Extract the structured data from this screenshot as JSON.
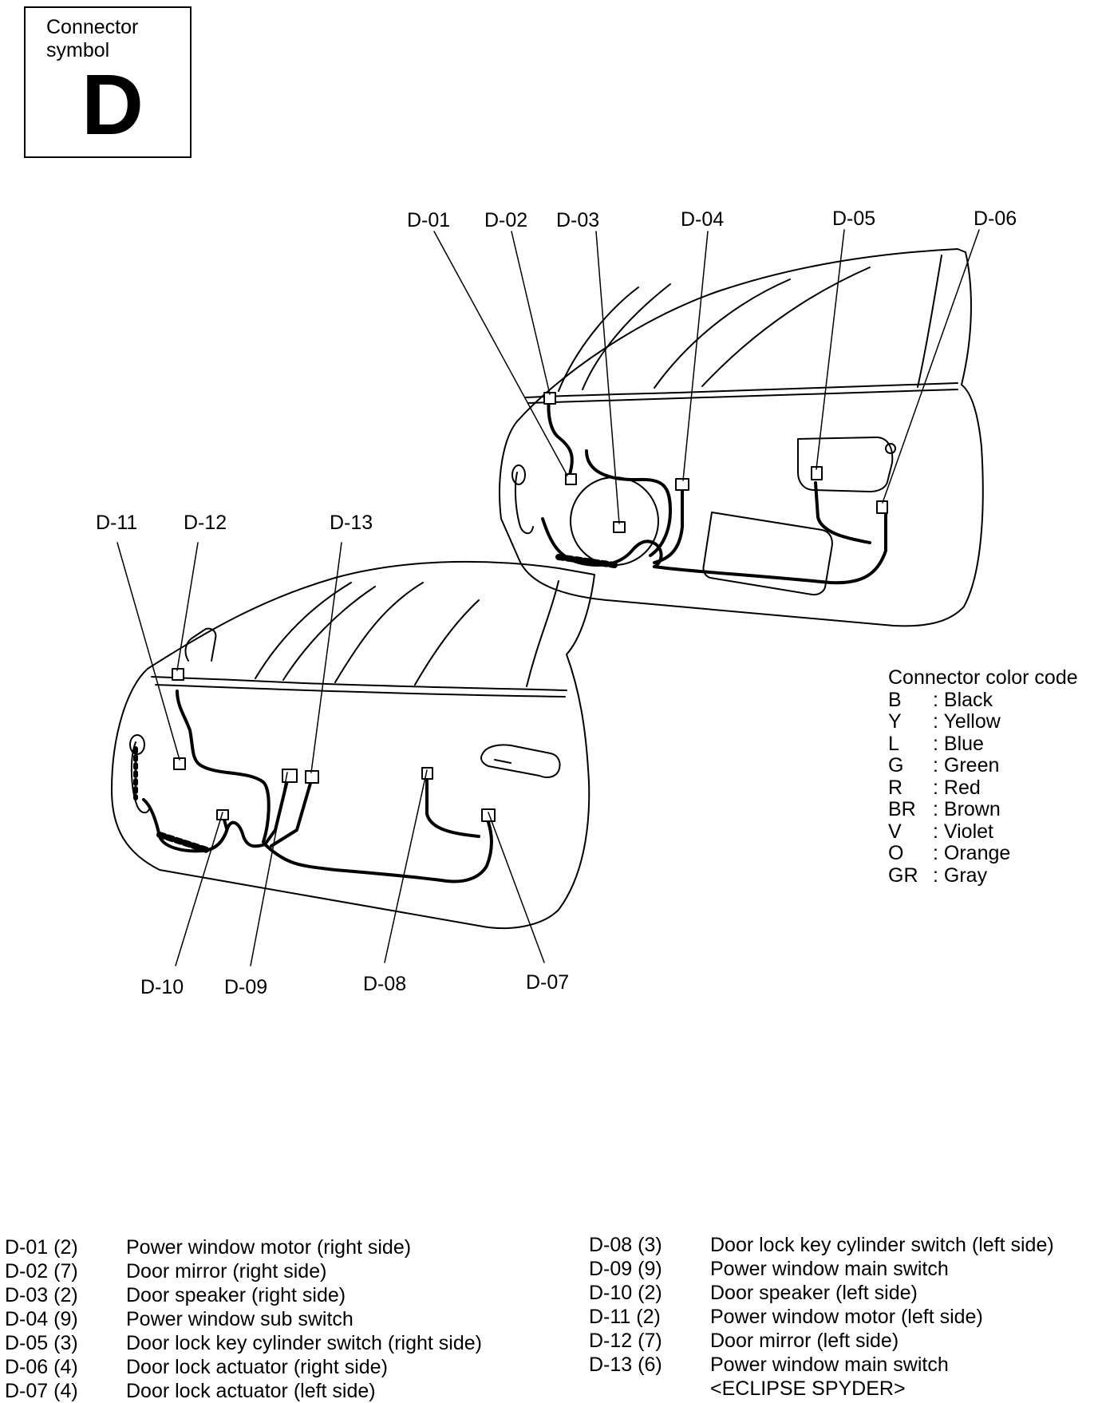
{
  "symbol": {
    "caption": "Connector\nsymbol",
    "letter": "D"
  },
  "connector_labels": {
    "d01": "D-01",
    "d02": "D-02",
    "d03": "D-03",
    "d04": "D-04",
    "d05": "D-05",
    "d06": "D-06",
    "d07": "D-07",
    "d08": "D-08",
    "d09": "D-09",
    "d10": "D-10",
    "d11": "D-11",
    "d12": "D-12",
    "d13": "D-13"
  },
  "color_code": {
    "title": "Connector color code",
    "items": [
      {
        "code": "B",
        "name": ": Black"
      },
      {
        "code": "Y",
        "name": ": Yellow"
      },
      {
        "code": "L",
        "name": ": Blue"
      },
      {
        "code": "G",
        "name": ": Green"
      },
      {
        "code": "R",
        "name": ": Red"
      },
      {
        "code": "BR",
        "name": ": Brown"
      },
      {
        "code": "V",
        "name": ": Violet"
      },
      {
        "code": "O",
        "name": ": Orange"
      },
      {
        "code": "GR",
        "name": ": Gray"
      }
    ]
  },
  "legend": [
    {
      "id": "D-01 (2)",
      "desc": "Power window motor (right side)"
    },
    {
      "id": "D-02 (7)",
      "desc": "Door mirror (right side)"
    },
    {
      "id": "D-03 (2)",
      "desc": "Door speaker (right side)"
    },
    {
      "id": "D-04 (9)",
      "desc": "Power window sub switch"
    },
    {
      "id": "D-05 (3)",
      "desc": "Door lock key cylinder switch (right side)"
    },
    {
      "id": "D-06 (4)",
      "desc": "Door lock actuator (right side)"
    },
    {
      "id": "D-07 (4)",
      "desc": "Door lock actuator (left side)"
    },
    {
      "id": "D-08 (3)",
      "desc": "Door lock key cylinder switch (left side)"
    },
    {
      "id": "D-09 (9)",
      "desc": "Power window main switch"
    },
    {
      "id": "D-10 (2)",
      "desc": "Door speaker (left side)"
    },
    {
      "id": "D-11 (2)",
      "desc": "Power window motor (left side)"
    },
    {
      "id": "D-12 (7)",
      "desc": "Door mirror (left side)"
    },
    {
      "id": "D-13 (6)",
      "desc": "Power window main switch"
    }
  ],
  "legend_note": "<ECLIPSE SPYDER>"
}
